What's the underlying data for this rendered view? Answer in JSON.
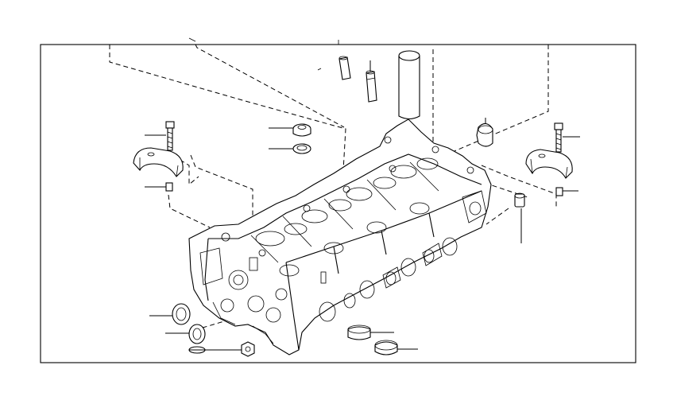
{
  "diagram": {
    "colors": {
      "line": "#000000",
      "background": "#ffffff"
    },
    "parts": [
      "cylinder-head",
      "camshaft-bearing-cap-left",
      "camshaft-bearing-cap-right",
      "cap-bolt-left",
      "cap-bolt-right",
      "knock-pin-left",
      "knock-pin-right",
      "stud-bolt-short",
      "stud-bolt-long",
      "pipe-tube",
      "valve-stem-oil-seal",
      "valve-spring-seat",
      "tight-plug",
      "screw-plug",
      "gasket-ring-front-1",
      "gasket-ring-front-2",
      "gasket-ring-front-3",
      "hex-plug-front",
      "gasket-ring-bottom-1",
      "gasket-ring-bottom-2"
    ]
  }
}
